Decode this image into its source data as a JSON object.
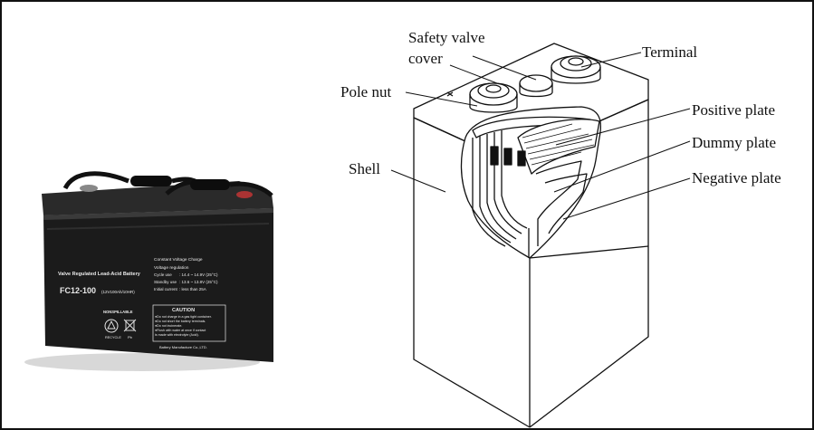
{
  "photo": {
    "colors": {
      "body": "#1b1b1b",
      "top": "#2a2a2a",
      "text": "#e9e9e9"
    },
    "brand_line": "Valve Regulated Lead-Acid Battery",
    "model": "FC12-100",
    "model_spec": "(12V100Ah/10HR)",
    "spec_title": "Constant Voltage Charge",
    "spec_sub": "Voltage regulation",
    "spec_rows": [
      {
        "label": "Cycle use",
        "value": ": 14.4 ~ 14.9V (25°C)"
      },
      {
        "label": "Standby use",
        "value": ": 13.6 ~ 13.8V (25°C)"
      },
      {
        "label": "Initial current",
        "value": ": less than 25A"
      }
    ],
    "caution_title": "CAUTION",
    "caution_lines": [
      "●Do not charge in a gas tight container.",
      "●Do not short the battery terminals.",
      "●Do not incinerate.",
      "●Flush with water at once if contact",
      "  is made with electrolyte (Acid)."
    ],
    "nonspillable": "NONSPILLABLE",
    "recycle_label": "RECYCLE",
    "pb_label": "Pb",
    "manufacturer": "Battery Manufacture Co.,LTD."
  },
  "diagram": {
    "labels": {
      "safety_valve_line1": "Safety valve",
      "safety_valve_line2": "cover",
      "terminal": "Terminal",
      "pole_nut": "Pole nut",
      "positive_plate": "Positive plate",
      "dummy_plate": "Dummy plate",
      "shell": "Shell",
      "negative_plate": "Negative plate"
    }
  }
}
